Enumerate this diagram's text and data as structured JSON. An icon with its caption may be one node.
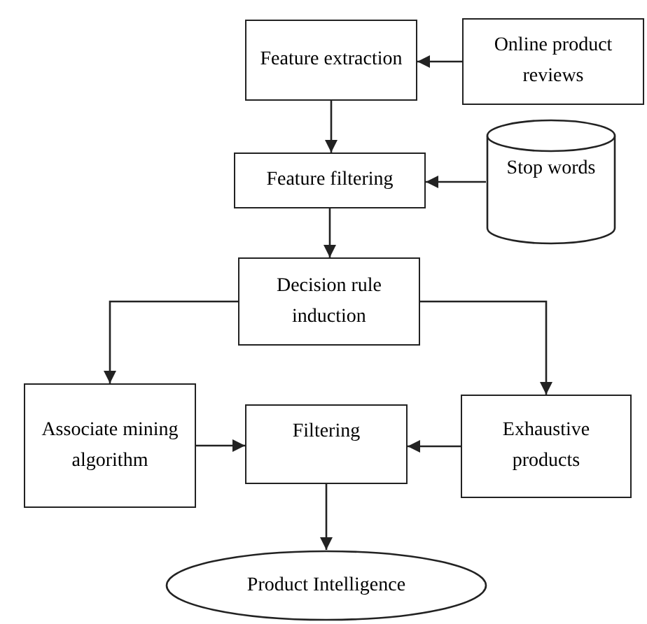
{
  "diagram": {
    "nodes": [
      {
        "text": [
          "Feature extraction"
        ]
      },
      {
        "text": [
          "Online product reviews"
        ]
      },
      {
        "text": [
          "Feature filtering"
        ]
      },
      {
        "text": [
          "Stop words"
        ]
      },
      {
        "text": [
          "Decision rule induction"
        ]
      },
      {
        "text": [
          "Associate mining algorithm"
        ]
      },
      {
        "text": [
          "Filtering"
        ]
      },
      {
        "text": [
          "Exhaustive products"
        ]
      },
      {
        "text": [
          "Product Intelligence"
        ]
      }
    ],
    "edges": [
      {
        "from": 1,
        "to": 0,
        "arrow": "to"
      },
      {
        "from": 0,
        "to": 2,
        "arrow": "to"
      },
      {
        "from": 3,
        "to": 2,
        "arrow": "to"
      },
      {
        "from": 2,
        "to": 4,
        "arrow": "to"
      },
      {
        "from": 4,
        "to": 5,
        "arrow": "to"
      },
      {
        "from": 4,
        "to": 7,
        "arrow": "to"
      },
      {
        "from": 5,
        "to": 6,
        "arrow": "to"
      },
      {
        "from": 7,
        "to": 6,
        "arrow": "to"
      },
      {
        "from": 6,
        "to": 8,
        "arrow": "to"
      }
    ]
  }
}
